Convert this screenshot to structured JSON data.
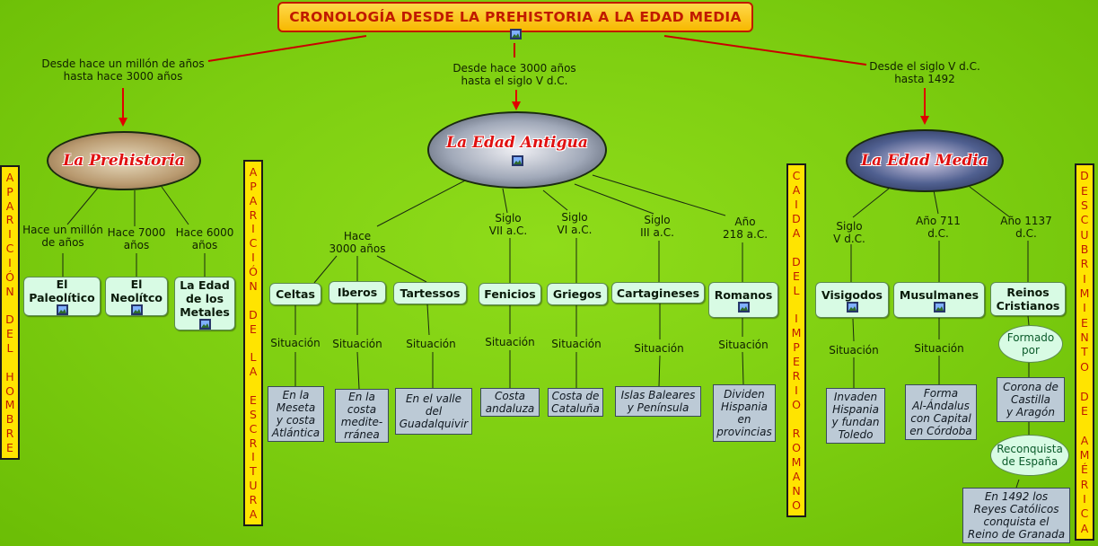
{
  "title": "CRONOLOGÍA DESDE LA PREHISTORIA A LA EDAD MEDIA",
  "branches": [
    {
      "label": [
        "Desde hace un millón de años",
        "hasta hace 3000 años"
      ]
    },
    {
      "label": [
        "Desde hace 3000 años",
        "hasta el siglo V d.C."
      ]
    },
    {
      "label": [
        "Desde el siglo V d.C.",
        "hasta 1492"
      ]
    }
  ],
  "eras": [
    "La Prehistoria",
    "La Edad Antigua",
    "La Edad Media"
  ],
  "prehistoria": {
    "times": [
      [
        "Hace un millón",
        "de años"
      ],
      [
        "Hace 7000",
        "años"
      ],
      [
        "Hace 6000",
        "años"
      ]
    ],
    "boxes": [
      [
        "El",
        "Paleolítico"
      ],
      [
        "El",
        "Neolítco"
      ],
      [
        "La Edad",
        "de los",
        "Metales"
      ]
    ]
  },
  "antigua": {
    "times": [
      [
        "Hace",
        "3000 años"
      ],
      [
        "Siglo",
        "VII a.C."
      ],
      [
        "Siglo",
        "VI a.C."
      ],
      [
        "Siglo",
        "III a.C."
      ],
      [
        "Año",
        "218 a.C."
      ]
    ],
    "boxes": [
      "Celtas",
      "Iberos",
      "Tartessos",
      "Fenicios",
      "Griegos",
      "Cartagineses",
      "Romanos"
    ],
    "situacion": "Situación",
    "notes": [
      [
        "En la",
        "Meseta",
        "y costa",
        "Atlántica"
      ],
      [
        "En la",
        "costa",
        "medite-",
        "rránea"
      ],
      [
        "En el valle",
        "del",
        "Guadalquivir"
      ],
      [
        "Costa",
        "andaluza"
      ],
      [
        "Costa de",
        "Cataluña"
      ],
      [
        "Islas Baleares",
        "y Península"
      ],
      [
        "Dividen",
        "Hispania",
        "en",
        "provincias"
      ]
    ]
  },
  "media": {
    "times": [
      [
        "Siglo",
        "V d.C."
      ],
      [
        "Año 711",
        "d.C."
      ],
      [
        "Año 1137",
        "d.C."
      ]
    ],
    "boxes": [
      [
        "Visigodos"
      ],
      [
        "Musulmanes"
      ],
      [
        "Reinos",
        "Cristianos"
      ]
    ],
    "situacion": "Situación",
    "notes": [
      [
        "Invaden",
        "Hispania",
        "y fundan",
        "Toledo"
      ],
      [
        "Forma",
        "Al-Ándalus",
        "con Capital",
        "en Córdoba"
      ],
      [
        "Corona de",
        "Castilla",
        "y Aragón"
      ],
      [
        "En 1492 los",
        "Reyes Católicos",
        "conquista el",
        "Reino de Granada"
      ]
    ],
    "ovals": [
      [
        "Formado",
        "por"
      ],
      [
        "Reconquista",
        "de España"
      ]
    ]
  },
  "vertical_bars": [
    "APARICIÓN DEL HOMBRE",
    "APARICIÓN DE LA ESCRITURA",
    "CAIDA DEL IMPERIO ROMANO",
    "DESCUBRIMIENTO DE AMÉRICA"
  ],
  "icons": [
    "image-icon"
  ],
  "colors": {
    "background": "#7ccd10",
    "title_fill": "#ffd84a",
    "title_text": "#c01a00",
    "arrow": "#e00000",
    "box_fill": "#d8fbe4",
    "note_fill": "#bccad6",
    "bar_fill": "#ffe400"
  }
}
